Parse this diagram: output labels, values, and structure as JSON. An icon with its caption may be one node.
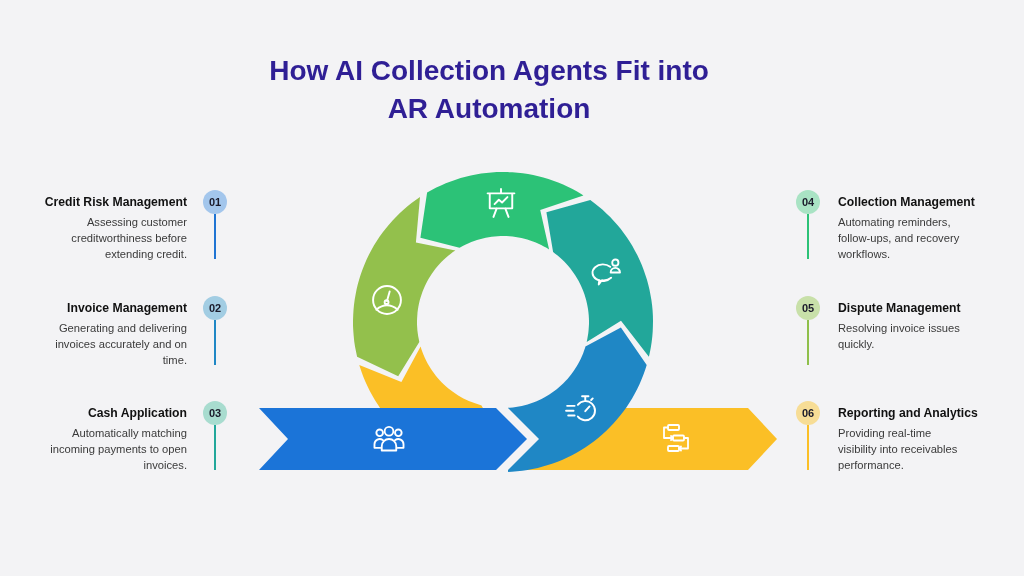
{
  "diagram": {
    "title": "How AI Collection Agents Fit into AR Automation",
    "nodes": [
      {
        "text": [
          "01"
        ],
        "beside": [
          "Credit Risk Management",
          "Assessing customer creditworthiness before extending credit."
        ]
      },
      {
        "text": [
          "02"
        ],
        "beside": [
          "Invoice Management",
          "Generating and delivering invoices accurately and on time."
        ]
      },
      {
        "text": [
          "03"
        ],
        "beside": [
          "Cash Application",
          "Automatically matching incoming payments to open invoices."
        ]
      },
      {
        "text": [
          "04"
        ],
        "beside": [
          "Collection Management",
          "Automating reminders, follow-ups, and recovery workflows."
        ]
      },
      {
        "text": [
          "05"
        ],
        "beside": [
          "Dispute Management",
          "Resolving invoice issues quickly."
        ]
      },
      {
        "text": [
          "06"
        ],
        "beside": [
          "Reporting and Analytics",
          "Providing real-time visibility into receivables performance."
        ]
      }
    ]
  }
}
